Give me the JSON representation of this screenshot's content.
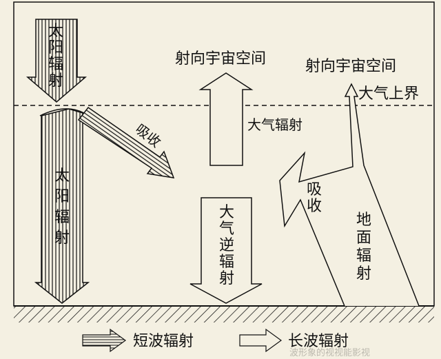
{
  "colors": {
    "background": "#f4f0e2",
    "ink": "#111111"
  },
  "labels": {
    "space_left": "射向宇宙空间",
    "space_right": "射向宇宙空间",
    "atmosphere_top": "大气上界",
    "absorb_upper": "吸收",
    "atmos_radiation": "大气辐射",
    "absorb_lower": "吸收",
    "solar_top": [
      "太",
      "阳",
      "辐",
      "射"
    ],
    "solar_main": [
      "太",
      "阳",
      "辐",
      "射"
    ],
    "counter_radiation": [
      "大",
      "气",
      "逆",
      "辐",
      "射"
    ],
    "ground_radiation": [
      "地",
      "面",
      "辐",
      "射"
    ]
  },
  "legend": {
    "shortwave": "短波辐射",
    "longwave": "长波辐射",
    "watermark": "波形象的视视能影视"
  }
}
